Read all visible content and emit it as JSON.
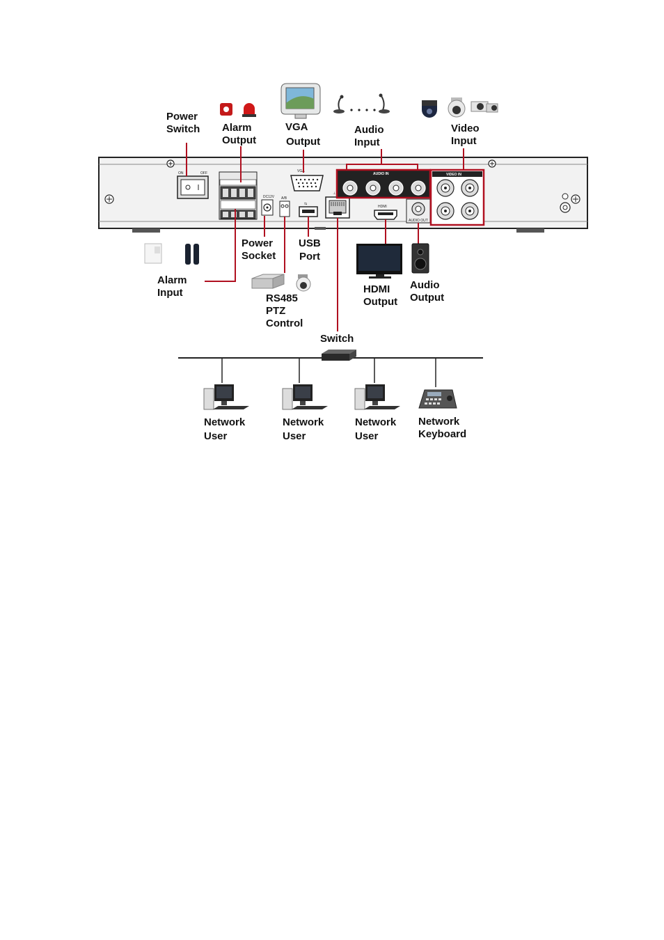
{
  "labels": {
    "power_switch": [
      "Power",
      "Switch"
    ],
    "alarm_output": [
      "Alarm",
      "Output"
    ],
    "vga_output": [
      "VGA",
      "Output"
    ],
    "audio_input": [
      "Audio",
      "Input"
    ],
    "video_input": [
      "Video",
      "Input"
    ],
    "power_socket": [
      "Power",
      "Socket"
    ],
    "usb_port": [
      "USB",
      "Port"
    ],
    "alarm_input": [
      "Alarm",
      "Input"
    ],
    "rs485": [
      "RS485",
      "PTZ",
      "Control"
    ],
    "hdmi_output": [
      "HDMI",
      "Output"
    ],
    "audio_output": [
      "Audio",
      "Output"
    ],
    "switch": "Switch",
    "network_user_1": [
      "Network",
      "User"
    ],
    "network_user_2": [
      "Network",
      "User"
    ],
    "network_user_3": [
      "Network",
      "User"
    ],
    "network_keyboard": [
      "Network",
      "Keyboard"
    ]
  },
  "panel": {
    "on": "ON",
    "off": "OFF",
    "vga": "VGA",
    "audio_in": "AUDIO IN",
    "video_in": "VIDEO IN",
    "audio_out": "AUDIO OUT",
    "hdmi": "HDMI",
    "dc": "DC12V",
    "ab": "A/B"
  },
  "colors": {
    "callout_line": "#b01020",
    "panel_fill": "#f2f2f2",
    "panel_stroke": "#222222"
  }
}
